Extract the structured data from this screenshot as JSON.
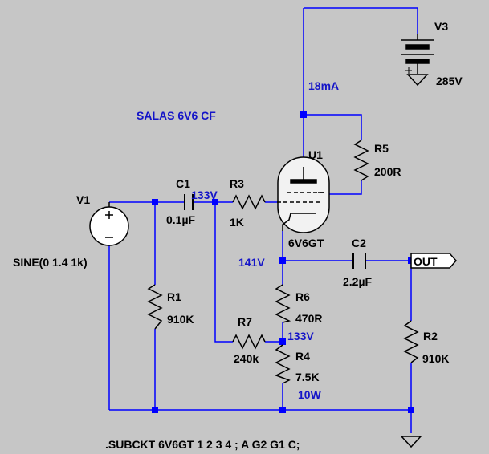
{
  "title": "SALAS 6V6 CF",
  "netlist_directive": ".SUBCKT 6V6GT 1 2 3 4 ; A G2 G1 C;",
  "colors": {
    "background": "#c6c6c6",
    "wire": "#0000ff",
    "component": "#000000",
    "annotation": "#1414c8",
    "junction": "#0000ff"
  },
  "components": {
    "v1": {
      "ref": "V1",
      "value": "SINE(0 1.4 1k)"
    },
    "v3": {
      "ref": "V3",
      "value": "285V"
    },
    "c1": {
      "ref": "C1",
      "value": "0.1µF"
    },
    "c2": {
      "ref": "C2",
      "value": "2.2µF"
    },
    "r1": {
      "ref": "R1",
      "value": "910K"
    },
    "r2": {
      "ref": "R2",
      "value": "910K"
    },
    "r3": {
      "ref": "R3",
      "value": "1K"
    },
    "r4": {
      "ref": "R4",
      "value": "7.5K"
    },
    "r5": {
      "ref": "R5",
      "value": "200R"
    },
    "r6": {
      "ref": "R6",
      "value": "470R"
    },
    "r7": {
      "ref": "R7",
      "value": "240k"
    },
    "u1": {
      "ref": "U1",
      "value": "6V6GT"
    }
  },
  "annotations": {
    "anode_current": "18mA",
    "grid_voltage": "133V",
    "cathode_voltage": "141V",
    "tap_voltage": "133V",
    "r4_power": "10W"
  },
  "port": {
    "label": "OUT"
  },
  "icons": [
    "ground-icon",
    "battery-icon",
    "sine-source-icon",
    "triode-tube-icon",
    "capacitor-icon",
    "resistor-icon",
    "output-port-icon"
  ]
}
